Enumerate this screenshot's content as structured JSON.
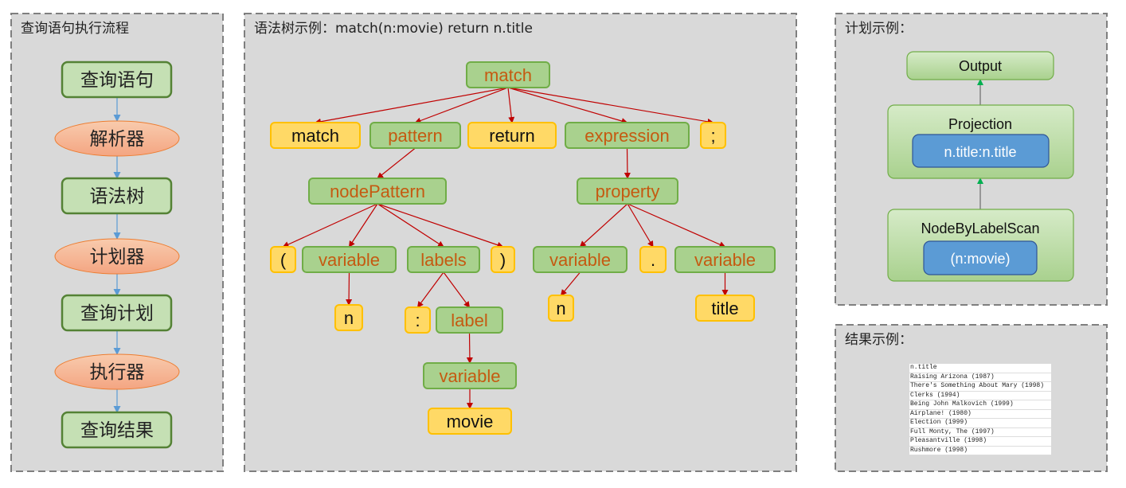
{
  "colors": {
    "panel_bg": "#d9d9d9",
    "panel_border": "#7f7f7f",
    "green_fill": "#c5e0b4",
    "green_dark": "#548235",
    "tree_green": "#a9d18e",
    "tree_green_border": "#70ad47",
    "yellow_fill": "#ffd966",
    "yellow_border": "#ffc000",
    "orange_ellipse": "#f4b183",
    "orange_border": "#ed7d31",
    "tree_text": "#c55a11",
    "edge_red": "#c00000",
    "arrow_blue": "#5b9bd5",
    "blue_fill": "#5b9bd5",
    "blue_border": "#2f5597"
  },
  "flow": {
    "title": "查询语句执行流程",
    "steps": [
      {
        "label": "查询语句",
        "shape": "rect"
      },
      {
        "label": "解析器",
        "shape": "ellipse"
      },
      {
        "label": "语法树",
        "shape": "rect"
      },
      {
        "label": "计划器",
        "shape": "ellipse"
      },
      {
        "label": "查询计划",
        "shape": "rect"
      },
      {
        "label": "执行器",
        "shape": "ellipse"
      },
      {
        "label": "查询结果",
        "shape": "rect"
      }
    ]
  },
  "tree": {
    "title": "语法树示例：match(n:movie) return n.title",
    "nodes": [
      {
        "id": "root",
        "label": "match",
        "kind": "rule"
      },
      {
        "id": "kw_match",
        "label": "match",
        "kind": "token"
      },
      {
        "id": "pattern",
        "label": "pattern",
        "kind": "rule"
      },
      {
        "id": "kw_return",
        "label": "return",
        "kind": "token"
      },
      {
        "id": "expression",
        "label": "expression",
        "kind": "rule"
      },
      {
        "id": "semi",
        "label": ";",
        "kind": "token"
      },
      {
        "id": "nodePattern",
        "label": "nodePattern",
        "kind": "rule"
      },
      {
        "id": "property",
        "label": "property",
        "kind": "rule"
      },
      {
        "id": "lparen",
        "label": "(",
        "kind": "token"
      },
      {
        "id": "var1",
        "label": "variable",
        "kind": "rule"
      },
      {
        "id": "labels",
        "label": "labels",
        "kind": "rule"
      },
      {
        "id": "rparen",
        "label": ")",
        "kind": "token"
      },
      {
        "id": "var2",
        "label": "variable",
        "kind": "rule"
      },
      {
        "id": "dot",
        "label": ".",
        "kind": "token"
      },
      {
        "id": "var3",
        "label": "variable",
        "kind": "rule"
      },
      {
        "id": "n1",
        "label": "n",
        "kind": "token"
      },
      {
        "id": "colon",
        "label": ":",
        "kind": "token"
      },
      {
        "id": "label",
        "label": "label",
        "kind": "rule"
      },
      {
        "id": "n2",
        "label": "n",
        "kind": "token"
      },
      {
        "id": "title",
        "label": "title",
        "kind": "token"
      },
      {
        "id": "var4",
        "label": "variable",
        "kind": "rule"
      },
      {
        "id": "movie",
        "label": "movie",
        "kind": "token"
      }
    ],
    "edges": [
      [
        "root",
        "kw_match"
      ],
      [
        "root",
        "pattern"
      ],
      [
        "root",
        "kw_return"
      ],
      [
        "root",
        "expression"
      ],
      [
        "root",
        "semi"
      ],
      [
        "pattern",
        "nodePattern"
      ],
      [
        "expression",
        "property"
      ],
      [
        "nodePattern",
        "lparen"
      ],
      [
        "nodePattern",
        "var1"
      ],
      [
        "nodePattern",
        "labels"
      ],
      [
        "nodePattern",
        "rparen"
      ],
      [
        "property",
        "var2"
      ],
      [
        "property",
        "dot"
      ],
      [
        "property",
        "var3"
      ],
      [
        "var1",
        "n1"
      ],
      [
        "labels",
        "colon"
      ],
      [
        "labels",
        "label"
      ],
      [
        "var2",
        "n2"
      ],
      [
        "var3",
        "title"
      ],
      [
        "label",
        "var4"
      ],
      [
        "var4",
        "movie"
      ]
    ]
  },
  "plan": {
    "title": "计划示例：",
    "output": "Output",
    "projection": "Projection",
    "projection_arg": "n.title:n.title",
    "scan": "NodeByLabelScan",
    "scan_arg": "(n:movie)"
  },
  "result": {
    "title": "结果示例：",
    "header": "n.title",
    "rows": [
      "Raising Arizona (1987)",
      "There's Something About Mary (1998)",
      "Clerks (1994)",
      "Being John Malkovich (1999)",
      "Airplane! (1980)",
      "Election (1999)",
      "Full Monty, The (1997)",
      "Pleasantville (1998)",
      "Rushmore (1998)"
    ]
  }
}
